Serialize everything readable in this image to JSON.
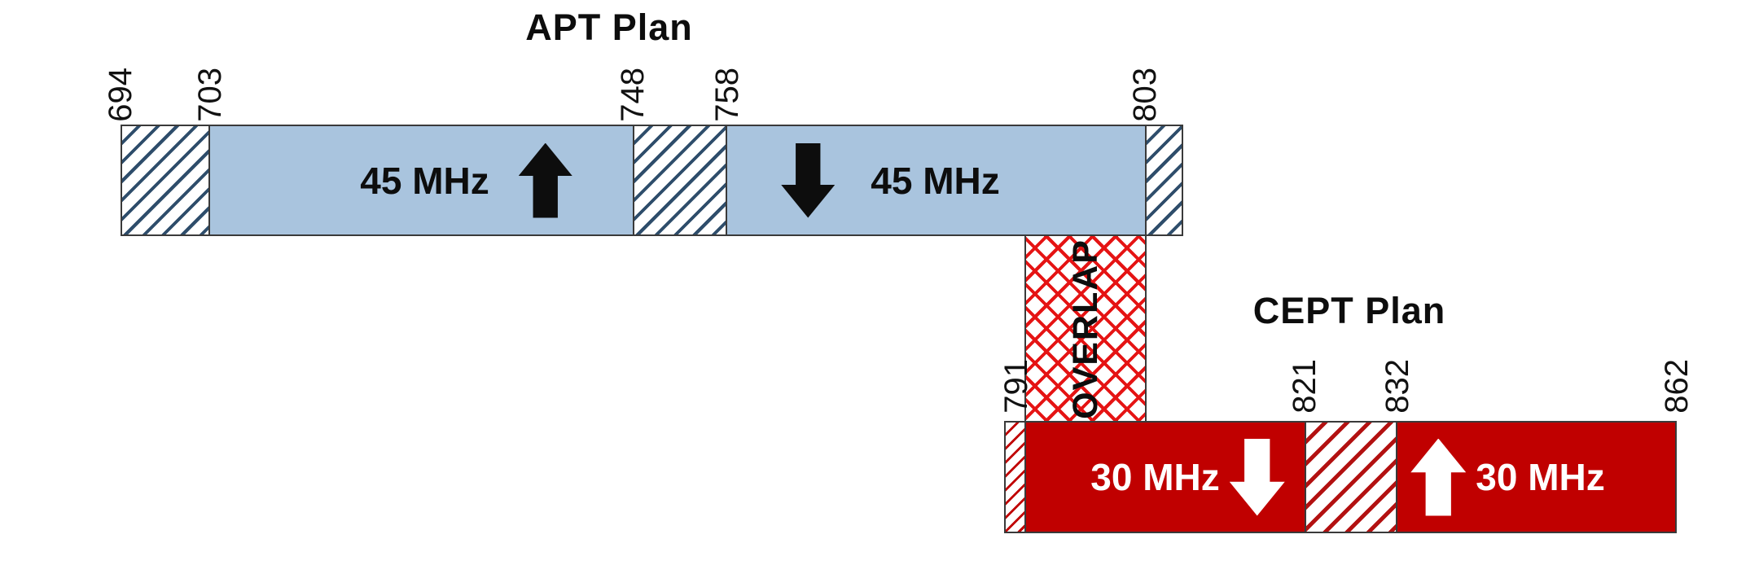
{
  "apt": {
    "title": "APT Plan",
    "ticks": [
      "694",
      "703",
      "748",
      "758",
      "803"
    ],
    "uplink": {
      "label": "45 MHz",
      "arrow": "up"
    },
    "downlink": {
      "label": "45 MHz",
      "arrow": "down"
    }
  },
  "cept": {
    "title": "CEPT Plan",
    "ticks": [
      "791",
      "821",
      "832",
      "862"
    ],
    "downlink": {
      "label": "30 MHz",
      "arrow": "down"
    },
    "uplink": {
      "label": "30 MHz",
      "arrow": "up"
    }
  },
  "overlap": {
    "label": "OVERLAP",
    "range_ticks": [
      "791",
      "803"
    ]
  },
  "colors": {
    "apt_band_fill": "#a9c4de",
    "apt_hatch_line": "#2e4d6b",
    "cept_band_fill": "#c00000",
    "cept_hatch_line": "#b31111",
    "overlap_hatch_line": "#e51414",
    "band_border": "#3a3a3a",
    "text_dark": "#0d0d0d",
    "text_light": "#ffffff"
  }
}
